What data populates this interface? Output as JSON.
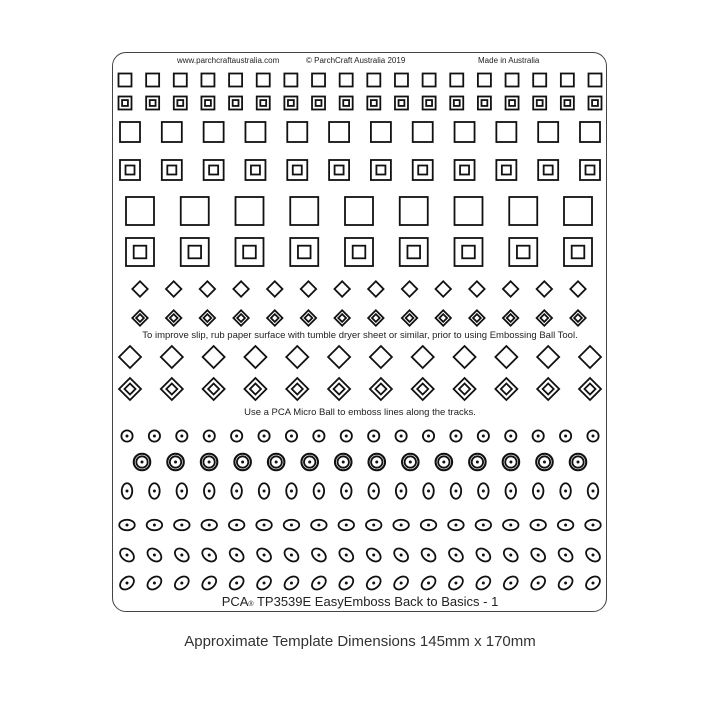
{
  "header": {
    "website": "www.parchcraftaustralia.com",
    "copyright": "© ParchCraft Australia 2019",
    "origin": "Made in Australia"
  },
  "notes": {
    "slip_tip": "To improve slip, rub paper surface with tumble dryer sheet or similar, prior to using Embossing Ball Tool.",
    "micro_ball_tip": "Use  a PCA Micro Ball to emboss lines along the tracks."
  },
  "footer": {
    "brand": "PCA",
    "registered_mark": "®",
    "product": "TP3539E EasyEmboss Back to Basics - 1"
  },
  "dimensions_caption": "Approximate Template Dimensions  145mm x 170mm",
  "rows": [
    {
      "shape": "square",
      "count": 18
    },
    {
      "shape": "double-square",
      "count": 18
    },
    {
      "shape": "square",
      "count": 12
    },
    {
      "shape": "double-square",
      "count": 12
    },
    {
      "shape": "square",
      "count": 9
    },
    {
      "shape": "double-square",
      "count": 9
    },
    {
      "shape": "diamond",
      "count": 14
    },
    {
      "shape": "double-diamond",
      "count": 14
    },
    {
      "shape": "diamond",
      "count": 12
    },
    {
      "shape": "double-diamond",
      "count": 12
    },
    {
      "shape": "dot-circle",
      "count": 18
    },
    {
      "shape": "target-circle",
      "count": 14
    },
    {
      "shape": "vertical-ellipse",
      "count": 18
    },
    {
      "shape": "horizontal-ellipse",
      "count": 18
    },
    {
      "shape": "tilted-ellipse-left",
      "count": 18
    },
    {
      "shape": "tilted-ellipse-right",
      "count": 18
    }
  ]
}
